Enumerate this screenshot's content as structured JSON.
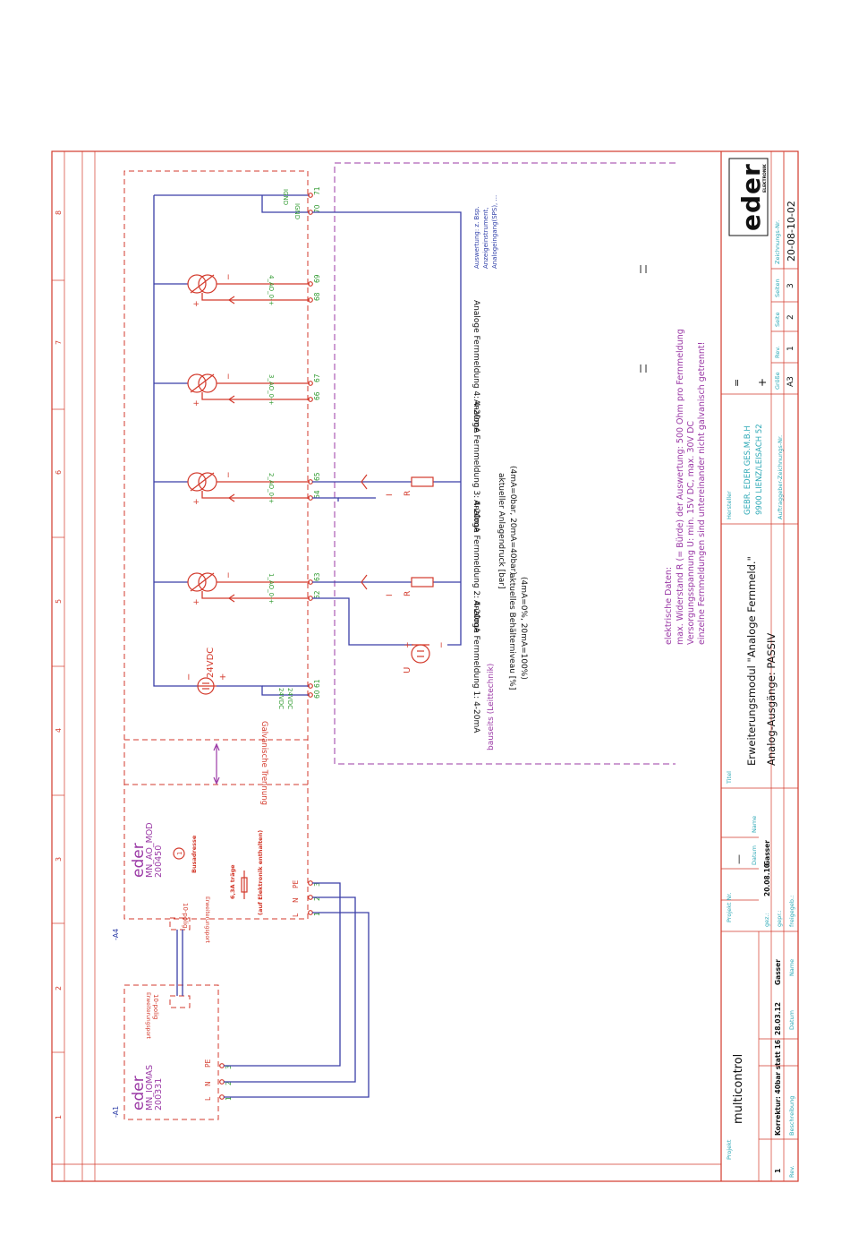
{
  "column_numbers": [
    "1",
    "2",
    "3",
    "4",
    "5",
    "6",
    "7",
    "8"
  ],
  "title_block": {
    "projekt_label": "Projekt",
    "projekt": "multicontrol",
    "projekt_nr_label": "Projekt Nr.",
    "projekt_nr": "—",
    "titel_label": "Titel",
    "titel_line1": "Erweiterungsmodul \"Analoge Fernmeld.\"",
    "titel_line2": "Analog-Ausgänge: PASSIV",
    "hersteller_label": "Hersteller",
    "hersteller_line1": "GEBR. EDER GES.M.B.H",
    "hersteller_line2": "9900 LIENZ/LEISACH 52",
    "auftraggeber_label": "Auftraggeber-Zeichnungs-Nr.",
    "marker_eq": "=",
    "marker_plus": "+",
    "groesse_label": "Größe",
    "groesse": "A3",
    "rev_label": "Rev.",
    "rev": "1",
    "seite_label": "Seite",
    "seite": "2",
    "seiten_label": "Seiten",
    "seiten": "3",
    "zeichnungs_nr_label": "Zeichnungs-Nr.",
    "zeichnungs_nr": "20-08-10-02",
    "logo_text": "eder",
    "logo_sub": "ELEKTRONIK",
    "datum_label": "Datum",
    "name_label": "Name",
    "gez_label": "gez.:",
    "gez_datum": "20.08.10",
    "gez_name": "Gasser",
    "gepr_label": "gepr.:",
    "freigegeb_label": "freigegeb.:",
    "rev_row": {
      "rev": "1",
      "beschreibung": "Korrektur: 40bar statt 16",
      "datum": "28.03.12",
      "name": "Gasser"
    },
    "rev_header": {
      "rev": "Rev.",
      "beschreibung": "Beschreibung",
      "datum": "Datum",
      "name": "Name"
    }
  },
  "modules": {
    "a1": {
      "tag": "-A1",
      "brand": "eder",
      "model": "MN_IOMAS",
      "number": "200331",
      "port_line1": "10-polig",
      "port_line2": "Erweiterungsport"
    },
    "a4": {
      "tag": "-A4",
      "brand": "eder",
      "model": "MN_AO_MOD",
      "number": "200450",
      "bus_no": "1",
      "bus_label": "Busadresse",
      "port_line1": "10-polig",
      "port_line2": "Erweiterungsport",
      "fuse_line1": "6,3A träge",
      "fuse_line2": "(auf Elektronik enthalten)"
    }
  },
  "power_terminals": {
    "labels": [
      "L",
      "N",
      "PE"
    ],
    "numbers": [
      "1",
      "2",
      "3"
    ]
  },
  "galvanic_label": "Galvanische Trennung",
  "supply": {
    "label": "24VDC",
    "plus": "+",
    "minus": "−",
    "term_labels": [
      "24VDC",
      "24VDC"
    ],
    "term_numbers": [
      "60",
      "61"
    ]
  },
  "outputs": [
    {
      "label": "1_AO_0-+",
      "t1": "62",
      "t2": "63",
      "plus": "+",
      "minus": "−"
    },
    {
      "label": "2_AO_0-+",
      "t1": "64",
      "t2": "65",
      "plus": "+",
      "minus": "−"
    },
    {
      "label": "3_AO_0-+",
      "t1": "66",
      "t2": "67",
      "plus": "+",
      "minus": "−"
    },
    {
      "label": "4_AO_0-+",
      "t1": "68",
      "t2": "69",
      "plus": "+",
      "minus": "−"
    }
  ],
  "ignd": {
    "labels": [
      "IGND",
      "IGND"
    ],
    "numbers": [
      "70",
      "71"
    ]
  },
  "field": {
    "bauseits": "bauseits (Leittechnik)",
    "source_label": "U",
    "resistor_label": "R",
    "current_label": "I",
    "auswertung_line1": "Auswertung: z. Bsp.",
    "auswertung_line2": "Anzeigeinstrument,",
    "auswertung_line3": "Analogeingang(SPS), ...",
    "signals": [
      {
        "line1": "Analoge Fernmeldung 1: 4-20mA",
        "line2": "aktuelles Behälterniveau [%]",
        "line3": "(4mA=0%, 20mA=100%)"
      },
      {
        "line1": "Analoge Fernmeldung 2: 4-20mA",
        "line2": "aktueller Anlagendruck [bar]",
        "line3": "(4mA=0bar, 20mA=40bar)"
      },
      {
        "line1": "Analoge Fernmeldung 3: 4-20mA",
        "line2": "",
        "line3": ""
      },
      {
        "line1": "Analoge Fernmeldung 4: 4-20mA",
        "line2": "",
        "line3": ""
      }
    ],
    "elec_data": [
      "elektrische Daten:",
      "max. Widerstand R (= Bürde) der Auswertung: 500 Ohm pro Fernmeldung",
      "Versorgungsspannung U: min. 15V DC, max. 30V DC",
      "einzelne Fernmeldungen sind untereinander nicht galvanisch getrennt!"
    ]
  },
  "colors": {
    "frame": "#d33a2c",
    "wire": "#3a3ea8",
    "terminal_label": "#2f9a2f",
    "note": "#9b3aa6",
    "title_label": "#2aa7b5"
  }
}
